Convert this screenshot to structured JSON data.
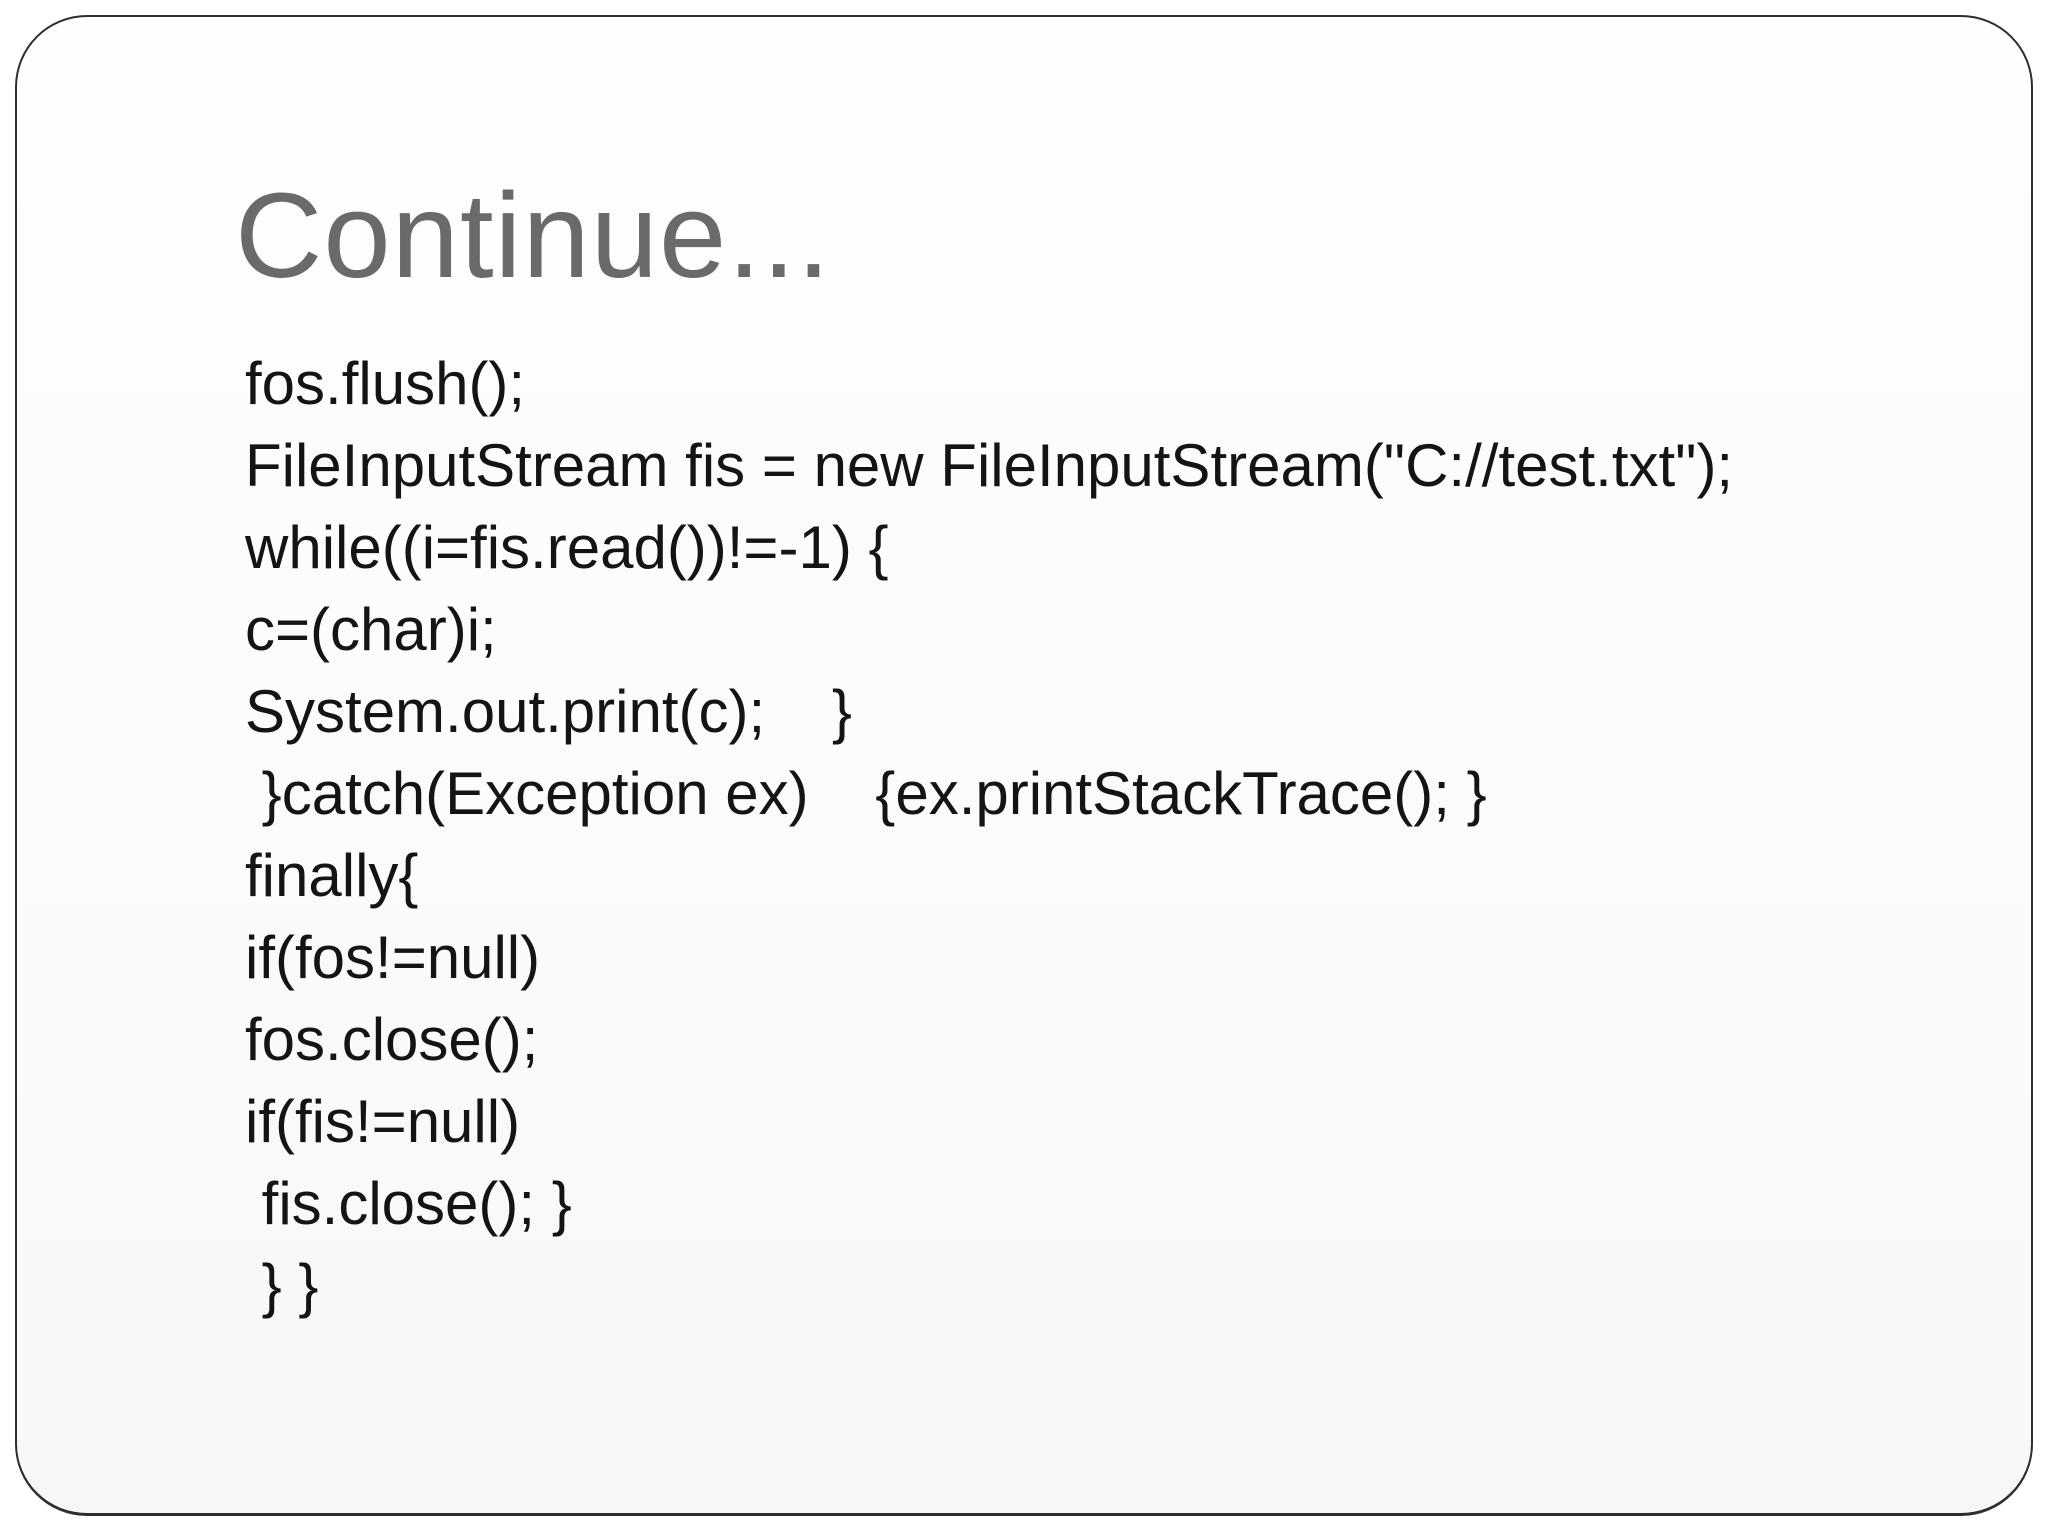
{
  "slide": {
    "title": "Continue...",
    "code_lines": [
      "fos.flush();",
      "FileInputStream fis = new FileInputStream(\"C://test.txt\");",
      "while((i=fis.read())!=-1) {",
      "c=(char)i;",
      "System.out.print(c);    }",
      " }catch(Exception ex)    {ex.printStackTrace(); }",
      "finally{",
      "if(fos!=null)",
      "fos.close();",
      "if(fis!=null)",
      " fis.close(); }",
      " } }"
    ],
    "colors": {
      "title_text": "#6a6a6a",
      "code_text": "#141414",
      "slide_border": "#2e2e2e",
      "slide_background": "#fbfbfb"
    }
  }
}
